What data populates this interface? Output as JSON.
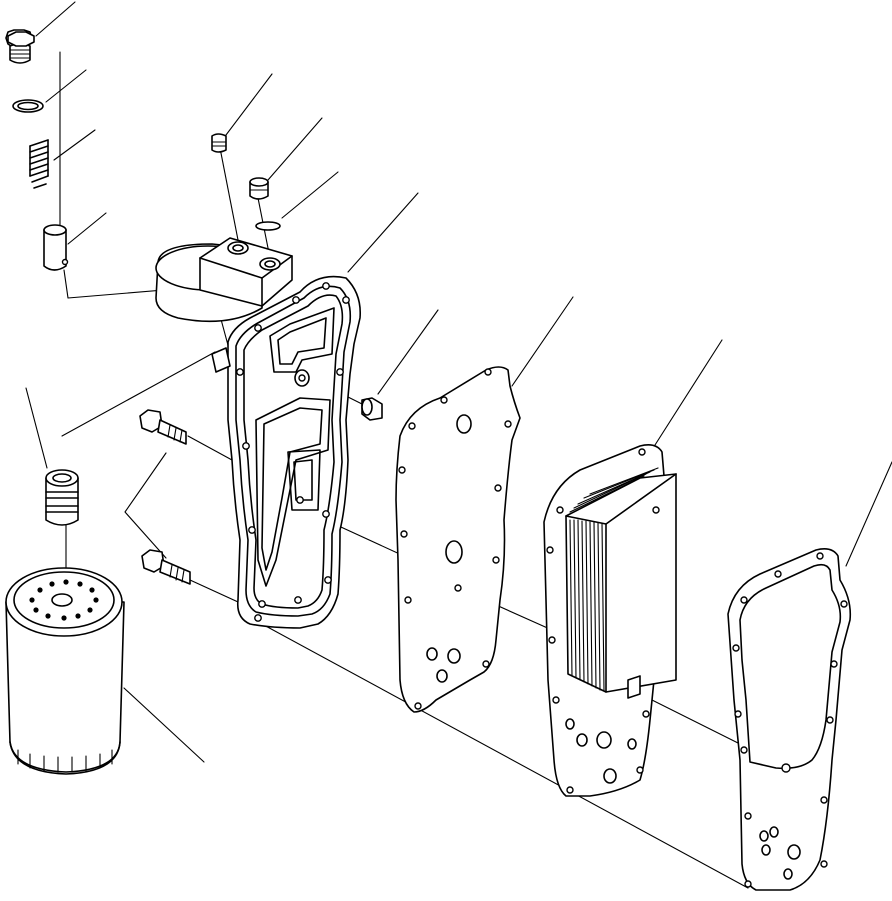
{
  "diagram": {
    "kind": "exploded-parts-view",
    "leader_callout_count": 14,
    "parts": [
      "relief-valve-plug",
      "o-ring",
      "spring",
      "valve-piston",
      "plug-small",
      "plug-with-washer",
      "washer",
      "oil-cooler-cover",
      "plug-side",
      "cooler-gasket",
      "oil-cooler-core",
      "rear-gasket",
      "filter-nipple",
      "mounting-bolts",
      "oil-filter"
    ]
  }
}
